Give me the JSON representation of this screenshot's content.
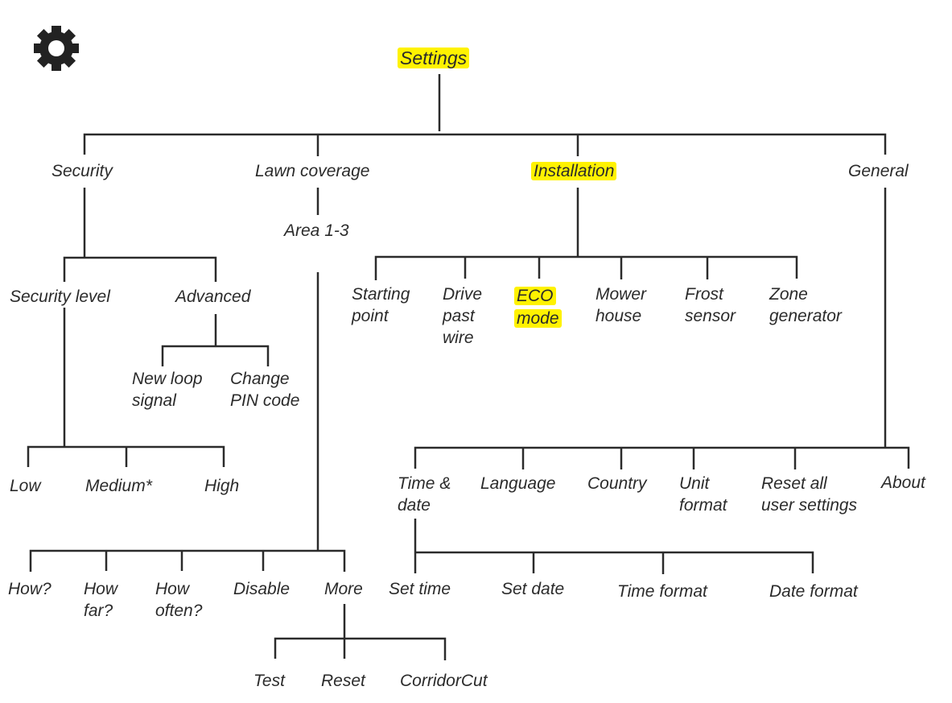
{
  "colors": {
    "line": "#2b2b2b",
    "highlight": "#fff200",
    "icon": "#222222"
  },
  "icon": "gear-icon",
  "root": "Settings",
  "security": {
    "label": "Security",
    "level": {
      "label": "Security level",
      "options": [
        "Low",
        "Medium*",
        "High"
      ]
    },
    "advanced": {
      "label": "Advanced",
      "new_loop_1": "New loop",
      "new_loop_2": "signal",
      "pin_1": "Change",
      "pin_2": "PIN code"
    }
  },
  "lawn": {
    "label": "Lawn coverage",
    "area": "Area 1-3",
    "how": "How?",
    "how_far_1": "How",
    "how_far_2": "far?",
    "how_often_1": "How",
    "how_often_2": "often?",
    "disable": "Disable",
    "more": "More",
    "test": "Test",
    "reset": "Reset",
    "corridor": "CorridorCut"
  },
  "installation": {
    "label": "Installation",
    "starting_1": "Starting",
    "starting_2": "point",
    "drive_1": "Drive",
    "drive_2": "past",
    "drive_3": "wire",
    "eco_1": "ECO",
    "eco_2": "mode",
    "mower_1": "Mower",
    "mower_2": "house",
    "frost_1": "Frost",
    "frost_2": "sensor",
    "zone_1": "Zone",
    "zone_2": "generator"
  },
  "general": {
    "label": "General",
    "time_1": "Time &",
    "time_2": "date",
    "language": "Language",
    "country": "Country",
    "unit_1": "Unit",
    "unit_2": "format",
    "reset_1": "Reset all",
    "reset_2": "user settings",
    "about": "About",
    "set_time": "Set time",
    "set_date": "Set date",
    "time_format": "Time format",
    "date_format": "Date format"
  }
}
